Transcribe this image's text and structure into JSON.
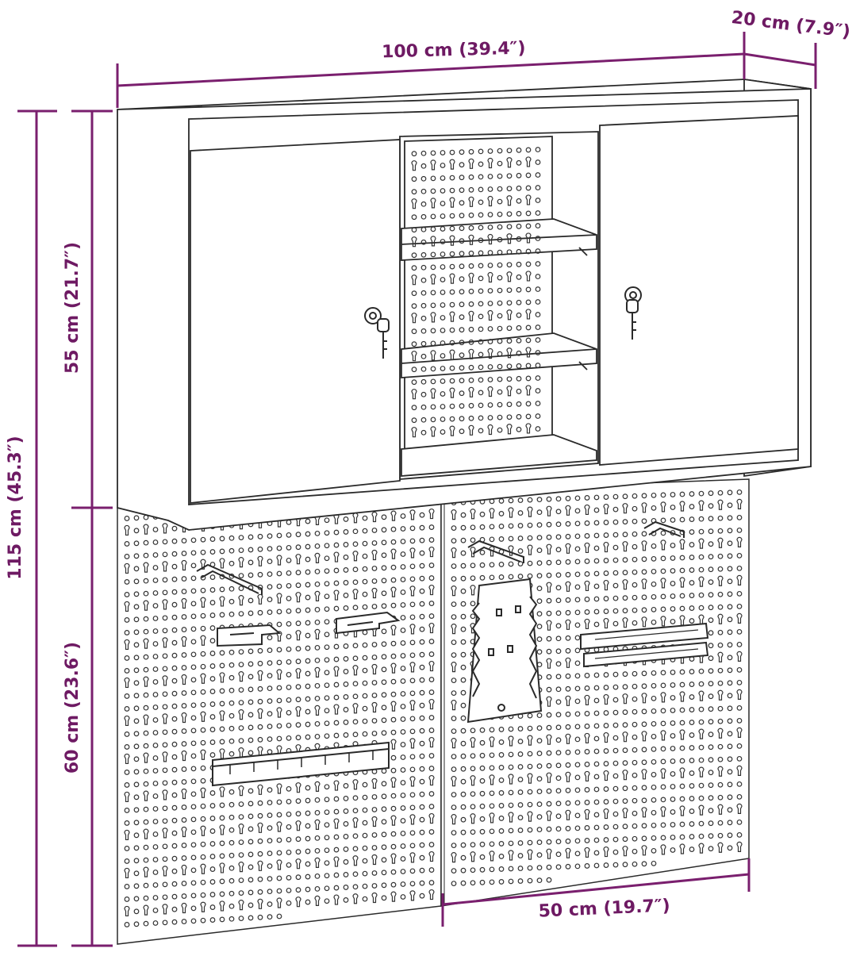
{
  "accent_color": "#7a1f6e",
  "line_color": "#2a2a2a",
  "dimensions": {
    "width_total": "100 cm (39.4″)",
    "depth": "20 cm (7.9″)",
    "height_total": "115 cm (45.3″)",
    "height_cabinet": "55 cm (21.7″)",
    "height_pegboard": "60 cm (23.6″)",
    "width_panel": "50 cm (19.7″)"
  },
  "icons": [
    "lock-icon",
    "key-icon",
    "hook-icon",
    "tool-holder-icon",
    "wrench-rack-icon"
  ]
}
